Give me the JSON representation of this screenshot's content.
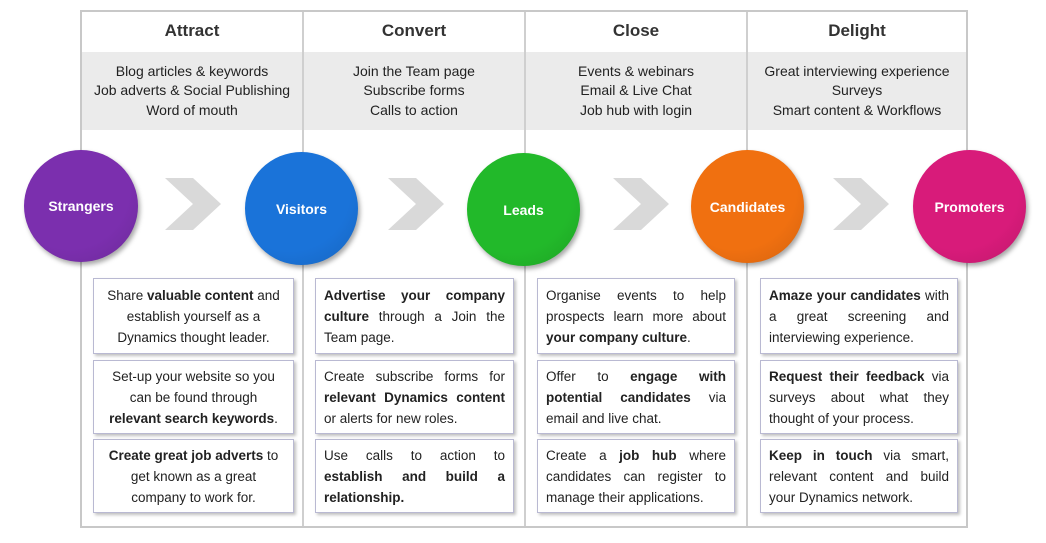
{
  "stages": [
    {
      "title": "Attract",
      "tools": [
        "Blog articles & keywords",
        "Job adverts & Social Publishing",
        "Word of mouth"
      ]
    },
    {
      "title": "Convert",
      "tools": [
        "Join the Team page",
        "Subscribe forms",
        "Calls to action"
      ]
    },
    {
      "title": "Close",
      "tools": [
        "Events & webinars",
        "Email & Live Chat",
        "Job hub with login"
      ]
    },
    {
      "title": "Delight",
      "tools": [
        "Great interviewing experience",
        "Surveys",
        "Smart content  & Workflows"
      ]
    }
  ],
  "nodes": [
    {
      "label": "Strangers",
      "color": "#7b2fae"
    },
    {
      "label": "Visitors",
      "color": "#1a73d9"
    },
    {
      "label": "Leads",
      "color": "#22b92a"
    },
    {
      "label": "Candidates",
      "color": "#f07010"
    },
    {
      "label": "Promoters",
      "color": "#d81b7a"
    }
  ],
  "boxes": [
    [
      {
        "pre": "Share ",
        "bold": "valuable content",
        "post": " and establish yourself as a Dynamics thought  leader."
      },
      {
        "pre": "Set-up your website so you can be found through ",
        "bold": "relevant search keywords",
        "post": "."
      },
      {
        "pre": "",
        "bold": "Create great job adverts",
        "post": " to get known as a great company to work for."
      }
    ],
    [
      {
        "pre": "",
        "bold": "Advertise your company culture",
        "post": " through a Join the Team page."
      },
      {
        "pre": "Create subscribe forms for ",
        "bold": "relevant Dynamics content",
        "post": " or alerts for new roles."
      },
      {
        "pre": "Use calls to action to ",
        "bold": "establish and build a relationship.",
        "post": ""
      }
    ],
    [
      {
        "pre": "Organise events to help prospects learn more about ",
        "bold": "your company culture",
        "post": "."
      },
      {
        "pre": "Offer to ",
        "bold": "engage with potential candidates",
        "post": " via email and live chat."
      },
      {
        "pre": "Create a ",
        "bold": "job hub",
        "post": " where candidates can register to manage their applications."
      }
    ],
    [
      {
        "pre": "",
        "bold": "Amaze your candidates",
        "post": " with a great screening and interviewing experience."
      },
      {
        "pre": "",
        "bold": "Request their feedback",
        "post": " via surveys about what they thought of your process."
      },
      {
        "pre": "",
        "bold": "Keep in touch",
        "post": " via smart, relevant content and build your Dynamics network."
      }
    ]
  ]
}
